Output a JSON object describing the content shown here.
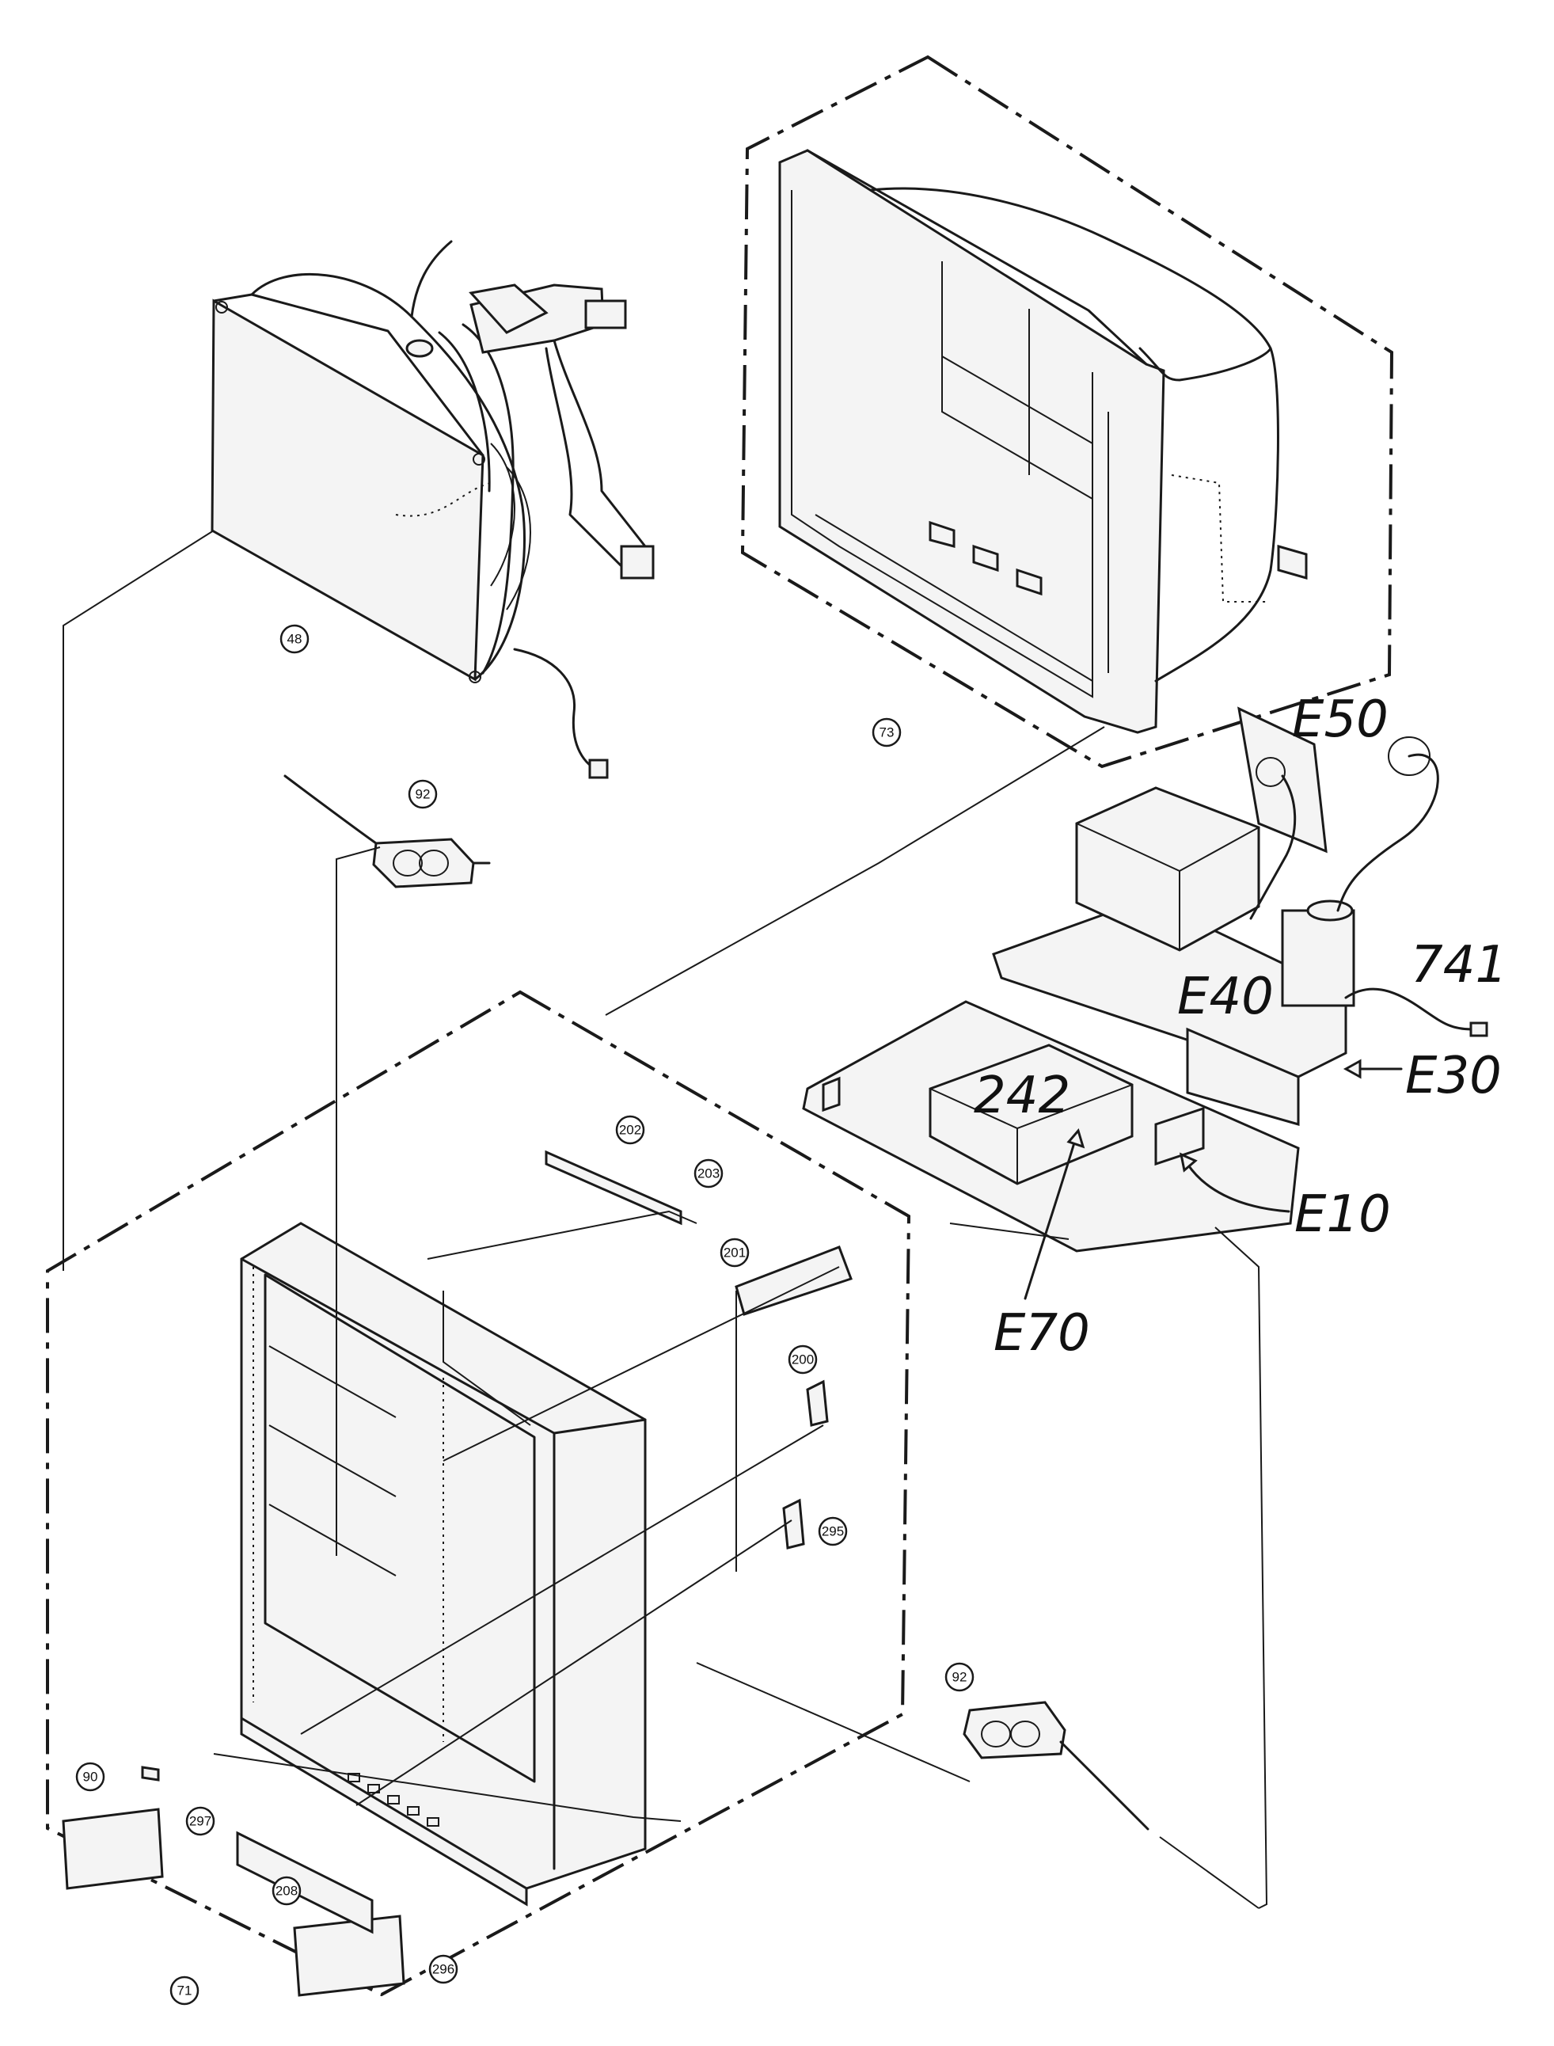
{
  "callouts": {
    "c48": "48",
    "c73": "73",
    "c92a": "92",
    "c92b": "92",
    "c202": "202",
    "c203": "203",
    "c201": "201",
    "c200": "200",
    "c295": "295",
    "c90": "90",
    "c297": "297",
    "c208": "208",
    "c296": "296",
    "c71": "71"
  },
  "labels": {
    "e50": "E50",
    "l741": "741",
    "e40": "E40",
    "e30": "E30",
    "l242": "242",
    "e10": "E10",
    "e70": "E70"
  }
}
